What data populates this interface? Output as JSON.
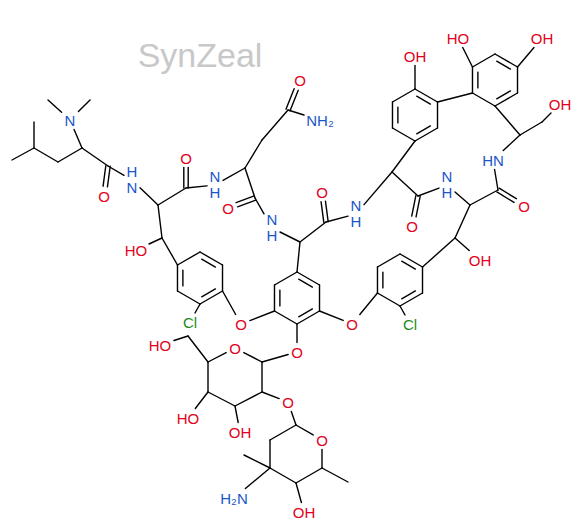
{
  "diagram": {
    "labels": [
      "O",
      "OH",
      "HO",
      "OH",
      "NH₂",
      "OH",
      "N",
      "HN",
      "O",
      "O",
      "HN",
      "O",
      "NH",
      "O",
      "NH",
      "HO",
      "NH",
      "O",
      "NH",
      "O",
      "OH",
      "Cl",
      "O",
      "O",
      "Cl",
      "O",
      "O",
      "HO",
      "O",
      "HO",
      "OH",
      "O",
      "H₂N",
      "OH",
      "SynZeal"
    ]
  }
}
